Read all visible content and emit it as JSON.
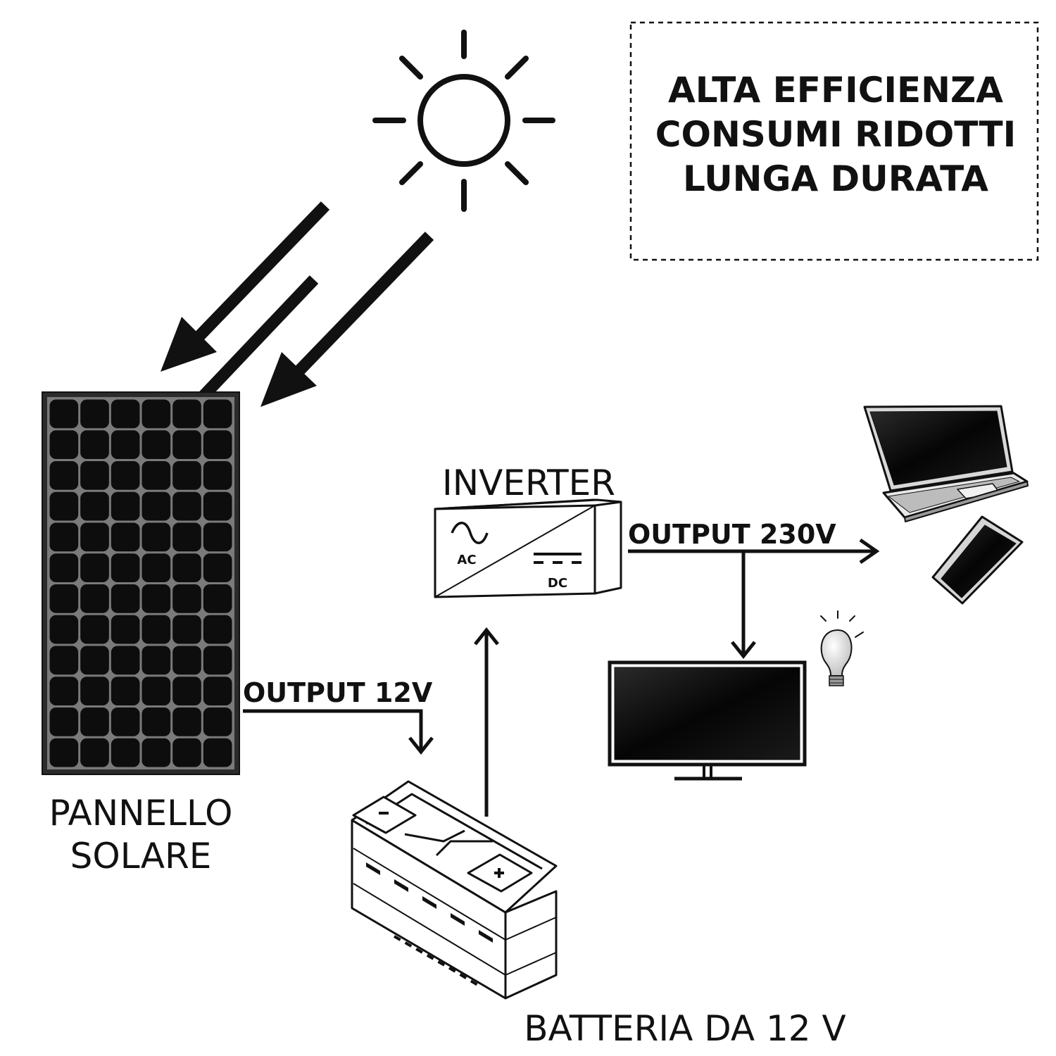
{
  "features": {
    "lines": [
      "ALTA EFFICIENZA",
      "CONSUMI RIDOTTI",
      "LUNGA DURATA"
    ]
  },
  "panel": {
    "label_line1": "PANNELLO",
    "label_line2": "SOLARE",
    "output_label": "OUTPUT 12V",
    "cell_rows": 12,
    "cell_cols": 6
  },
  "inverter": {
    "title": "INVERTER",
    "ac_label": "AC",
    "dc_label": "DC",
    "output_label": "OUTPUT 230V"
  },
  "battery": {
    "label": "BATTERIA DA 12 V",
    "minus_sign": "-",
    "plus_sign": "+"
  },
  "icons": [
    "sun-icon",
    "solar-panel-icon",
    "battery-icon",
    "inverter-icon",
    "laptop-icon",
    "smartphone-icon",
    "tv-icon",
    "lightbulb-icon"
  ],
  "colors": {
    "ink": "#111111",
    "panel_cell": "#0d0d0d",
    "panel_frame": "#2b2b2b",
    "panel_grid": "#7a7a7a",
    "background": "#ffffff"
  }
}
